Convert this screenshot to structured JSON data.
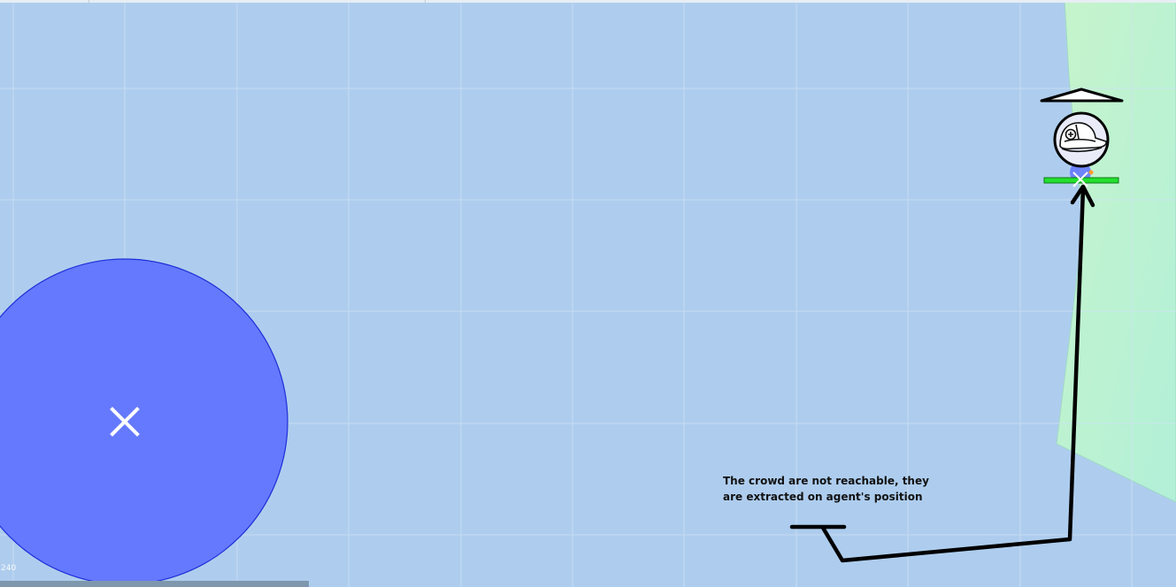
{
  "map": {
    "background_color": "#aecdee",
    "grid_color": "#cfe2f5",
    "safe_zone_color": "#c2f2cc",
    "crowd_zone_color": "#6479fd",
    "crowd_zone_border": "#1f2fd8",
    "scale_label": "240"
  },
  "annotation": {
    "line1": "The crowd are not reachable, they",
    "line2": "are extracted  on agent's position"
  },
  "crowd_zone": {
    "marker_icon": "x-mark-icon"
  },
  "agent": {
    "role_icon": "firefighter-helmet-icon",
    "direction_icon": "triangle-heading-icon",
    "status_bar_color": "#23e02f"
  }
}
